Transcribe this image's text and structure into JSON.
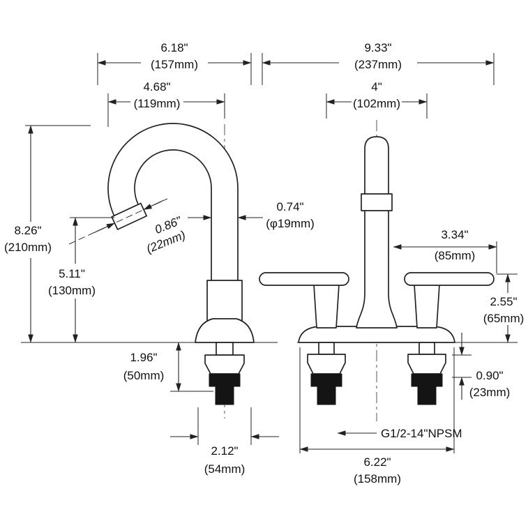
{
  "drawing": {
    "dims": {
      "spout_reach": {
        "in": "6.18\"",
        "mm": "(157mm)"
      },
      "overall_width": {
        "in": "9.33\"",
        "mm": "(237mm)"
      },
      "spout_to_center": {
        "in": "4.68\"",
        "mm": "(119mm)"
      },
      "handle_spacing": {
        "in": "4\"",
        "mm": "(102mm)"
      },
      "overall_height": {
        "in": "8.26\"",
        "mm": "(210mm)"
      },
      "spout_height": {
        "in": "5.11\"",
        "mm": "(130mm)"
      },
      "aerator_dia": {
        "in": "0.86\"",
        "mm": "(22mm)"
      },
      "pipe_dia": {
        "in": "0.74\"",
        "mm": "(φ19mm)"
      },
      "spout_clearance": {
        "in": "3.34\"",
        "mm": "(85mm)"
      },
      "handle_height": {
        "in": "2.55\"",
        "mm": "(65mm)"
      },
      "under_counter": {
        "in": "1.96\"",
        "mm": "(50mm)"
      },
      "nut_height": {
        "in": "0.90\"",
        "mm": "(23mm)"
      },
      "base_dia": {
        "in": "2.12\"",
        "mm": "(54mm)"
      },
      "deck_width": {
        "in": "6.22\"",
        "mm": "(158mm)"
      },
      "thread": "G1/2-14\"NPSM"
    }
  }
}
